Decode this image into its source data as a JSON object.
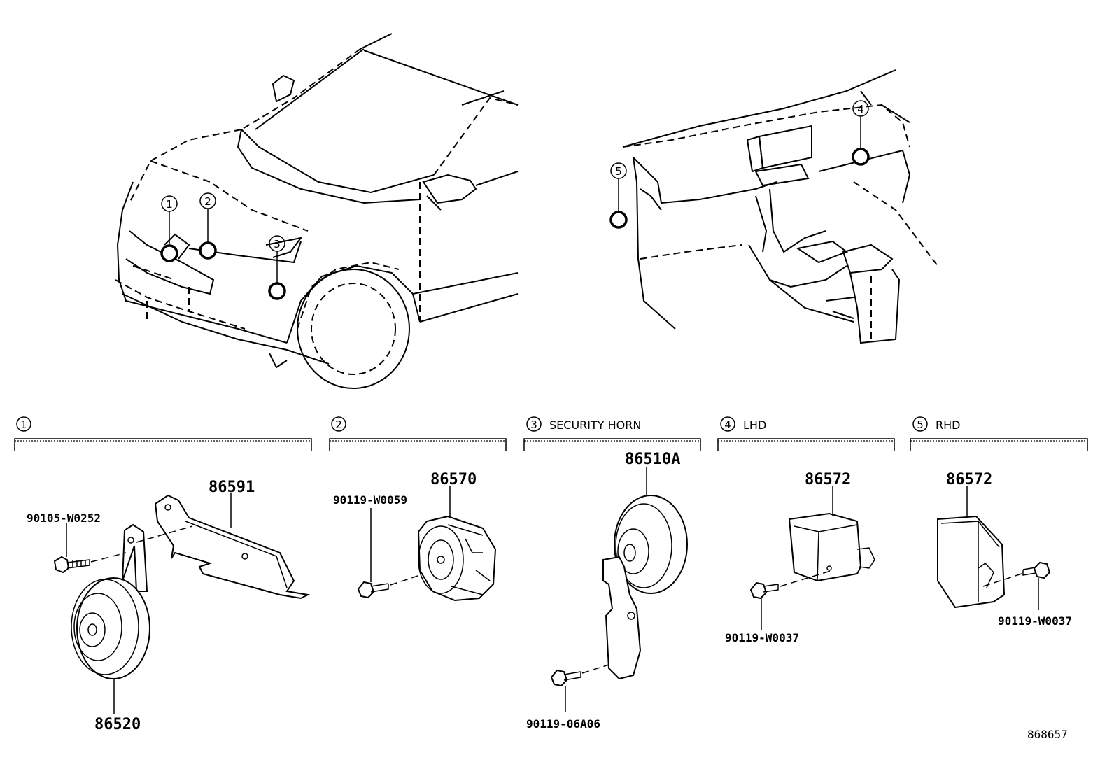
{
  "callouts": {
    "c1": "1",
    "c2": "2",
    "c3": "3",
    "c4": "4",
    "c5": "5"
  },
  "sections": [
    {
      "num": "1",
      "label": ""
    },
    {
      "num": "2",
      "label": ""
    },
    {
      "num": "3",
      "label": "SECURITY HORN"
    },
    {
      "num": "4",
      "label": "LHD"
    },
    {
      "num": "5",
      "label": "RHD"
    }
  ],
  "parts": {
    "s1_bolt": "90105-W0252",
    "s1_bracket": "86591",
    "s1_horn": "86520",
    "s2_bolt": "90119-W0059",
    "s2_horn": "86570",
    "s3_horn": "86510A",
    "s3_bolt": "90119-06A06",
    "s4_module": "86572",
    "s4_bolt": "90119-W0037",
    "s5_module": "86572",
    "s5_bolt": "90119-W0037"
  },
  "reference": "868657"
}
